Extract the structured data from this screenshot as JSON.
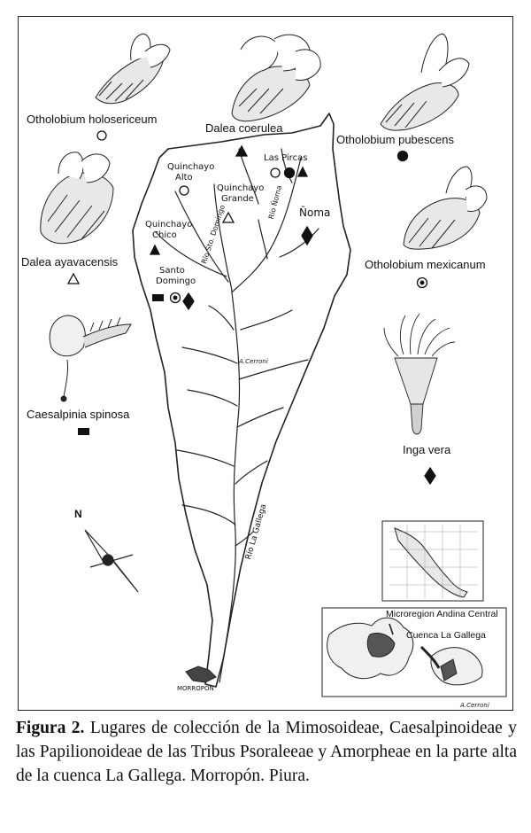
{
  "species": {
    "holosericeum": "Otholobium holosericeum",
    "coerulea": "Dalea coerulea",
    "pubescens": "Otholobium pubescens",
    "ayavacensis": "Dalea ayavacensis",
    "mexicanum": "Otholobium mexicanum",
    "spinosa": "Caesalpinia spinosa",
    "inga": "Inga vera"
  },
  "places": {
    "quinchayo_alto_1": "Quinchayo",
    "quinchayo_alto_2": "Alto",
    "las_pircas": "Las Pircas",
    "quinchayo_grande_1": "Quinchayo",
    "quinchayo_grande_2": "Grande",
    "quinchayo_chico_1": "Quinchayo",
    "quinchayo_chico_2": "Chico",
    "santo_domingo_1": "Santo",
    "santo_domingo_2": "Domingo",
    "noma": "Ñoma",
    "rio_noma": "Río Ñoma",
    "rio_santo_domingo": "Río Sto. Domingo",
    "rio_la_gallega": "Río La Gallega",
    "morropon": "MORROPÓN"
  },
  "north": "N",
  "signature": "A.Cerroni",
  "inset": {
    "microregion": "Microregion Andina Central",
    "cuenca": "Cuenca La Gallega"
  },
  "caption": {
    "label": "Figura 2.",
    "text": " Lugares de colección de la Mimosoideae, Caesalpinoideae y las Papilionoideae de las Tribus Psoraleeae y Amorpheae en la parte alta de la cuenca La Gallega. Morropón. Piura."
  }
}
